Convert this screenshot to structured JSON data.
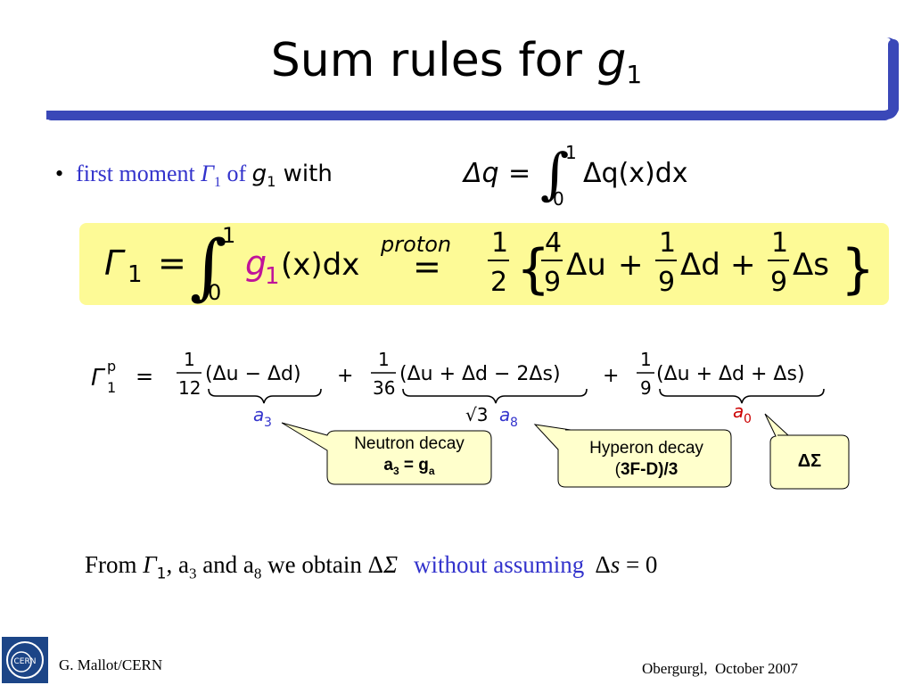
{
  "slide": {
    "title": {
      "text": "Sum rules for ",
      "var": "g",
      "sub": "1"
    },
    "bullet": {
      "symbol": "•",
      "part1": "first moment ",
      "gamma": "Γ",
      "gamma_sub": "1",
      "of": " of ",
      "g": "g",
      "g_sub": "1",
      "with": " with"
    },
    "delta_q_eq": {
      "lhs": "Δq",
      "eq": "=",
      "int_upper": "1",
      "int_lower": "0",
      "integrand": "Δq(x)dx"
    },
    "main_eq": {
      "lhs": "Γ",
      "lhs_sub": "1",
      "eq": "=",
      "int_upper": "1",
      "int_lower": "0",
      "g": "g",
      "g_sub": "1",
      "arg": "(x)dx",
      "over_label": "proton",
      "eq2": "=",
      "half_num": "1",
      "half_den": "2",
      "lbrace": "{",
      "rbrace": "}",
      "t1_num": "4",
      "t1_den": "9",
      "t1_term": "Δu",
      "plus": "+",
      "t2_num": "1",
      "t2_den": "9",
      "t2_term": "Δd",
      "t3_num": "1",
      "t3_den": "9",
      "t3_term": "Δs"
    },
    "decomp_eq": {
      "lhs": "Γ",
      "lhs_sup": "p",
      "lhs_sub": "1",
      "eq": "=",
      "f1_num": "1",
      "f1_den": "12",
      "f1_expr": "(Δu − Δd)",
      "f2_num": "1",
      "f2_den": "36",
      "f2_expr": "(Δu + Δd − 2Δs)",
      "f3_num": "1",
      "f3_den": "9",
      "f3_expr": "(Δu + Δd + Δs)",
      "plus": "+",
      "a3_label": "a",
      "a3_sub": "3",
      "a8_label_prefix": "√3",
      "a8_label": "a",
      "a8_sub": "8",
      "a0_label": "a",
      "a0_sub": "0"
    },
    "callouts": {
      "neutron": {
        "line1": "Neutron decay",
        "line2_a": "a",
        "line2_a_sub": "3",
        "line2_eq": " = g",
        "line2_g_sub": "a"
      },
      "hyperon": {
        "line1": "Hyperon decay",
        "line2_open": "(",
        "line2_bold": "3F-D)/3"
      },
      "sigma": {
        "text": "ΔΣ"
      }
    },
    "conclusion": {
      "from": "From ",
      "gamma": "Γ",
      "gamma_sub": "1",
      "comma_a": ", a",
      "a3_sub": "3",
      "and_a": " and a",
      "a8_sub": "8",
      "obtain": " we obtain Δ",
      "sigma": "Σ",
      "without": "without assuming",
      "delta": "Δ",
      "s": "s",
      "eq_zero": " = 0"
    },
    "footer": {
      "logo_text": "CERN",
      "author": "G. Mallot/CERN",
      "venue": "Obergurgl,  October 2007"
    }
  },
  "colors": {
    "title_bar": "#3a48b8",
    "highlight_box": "#fdfa96",
    "callout_fill": "#ffffcc",
    "blue_text": "#3333cc",
    "red_text": "#cc0000",
    "logo_blue": "#1c4587"
  }
}
